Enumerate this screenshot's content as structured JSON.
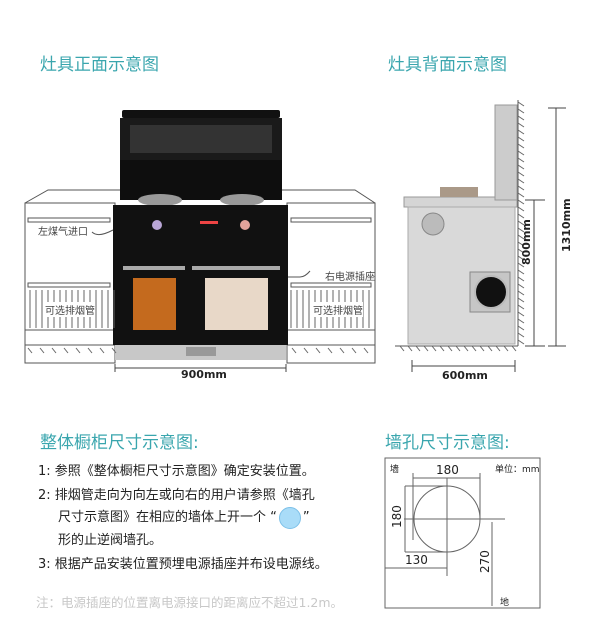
{
  "front": {
    "title": "灶具正面示意图",
    "gas_inlet": "左煤气进口",
    "power_socket": "右电源插座",
    "optional_pipe_left": "可选排烟管",
    "optional_pipe_right": "可选排烟管",
    "width": "900mm"
  },
  "back": {
    "title": "灶具背面示意图",
    "width": "600mm",
    "counter_height": "800mm",
    "total_height": "1310mm"
  },
  "cabinet": {
    "title": "整体橱柜尺寸示意图:",
    "items": [
      {
        "num": "1:",
        "text": "参照《整体橱柜尺寸示意图》确定安装位置。"
      },
      {
        "num": "2:",
        "text": "排烟管走向为向左或向右的用户请参照《墙孔",
        "text2": "尺寸示意图》在相应的墙体上开一个 “",
        "text2b": "”",
        "text3": "形的止逆阀墙孔。"
      },
      {
        "num": "3:",
        "text": "根据产品安装位置预埋电源插座并布设电源线。"
      }
    ],
    "note": "注：电源插座的位置离电源接口的距离应不超过1.2m。"
  },
  "wallhole": {
    "title": "墙孔尺寸示意图:",
    "wall": "墙",
    "unit": "单位：mm",
    "diameter_h": "180",
    "diameter_v": "180",
    "offset": "130",
    "height": "270",
    "floor": "地"
  },
  "colors": {
    "accent": "#3aa6ae",
    "hole": "#a9dcf8"
  }
}
